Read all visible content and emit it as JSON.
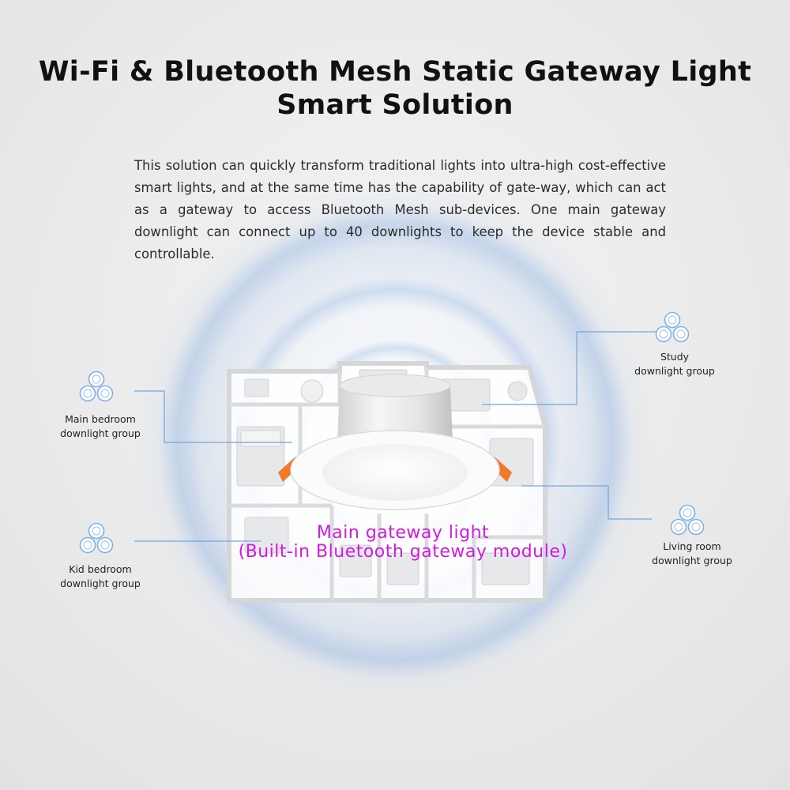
{
  "title": {
    "line1": "Wi-Fi & Bluetooth Mesh Static Gateway Light",
    "line2": "Smart Solution"
  },
  "description": "This solution can quickly transform traditional lights into ultra-high cost-effective smart lights, and at the same time has the capability of gate-way, which can act as a gateway to access Bluetooth Mesh sub-devices. One main gateway downlight can connect up to 40 downlights to keep the device stable and controllable.",
  "groups": {
    "main_bedroom": {
      "line1": "Main bedroom",
      "line2": "downlight group"
    },
    "kid_bedroom": {
      "line1": "Kid bedroom",
      "line2": "downlight group"
    },
    "study": {
      "line1": "Study",
      "line2": "downlight group"
    },
    "living_room": {
      "line1": "Living room",
      "line2": "downlight group"
    }
  },
  "main_gateway": {
    "line1": "Main gateway light",
    "line2": "(Built-in Bluetooth gateway module)"
  },
  "colors": {
    "accent_blue": "#6fa8dc",
    "signal_blue": "#3d7fd6",
    "label_magenta": "#d21ae0",
    "clip_orange": "#f07a2a"
  },
  "icons": [
    "downlight-group-icon",
    "gateway-downlight"
  ]
}
